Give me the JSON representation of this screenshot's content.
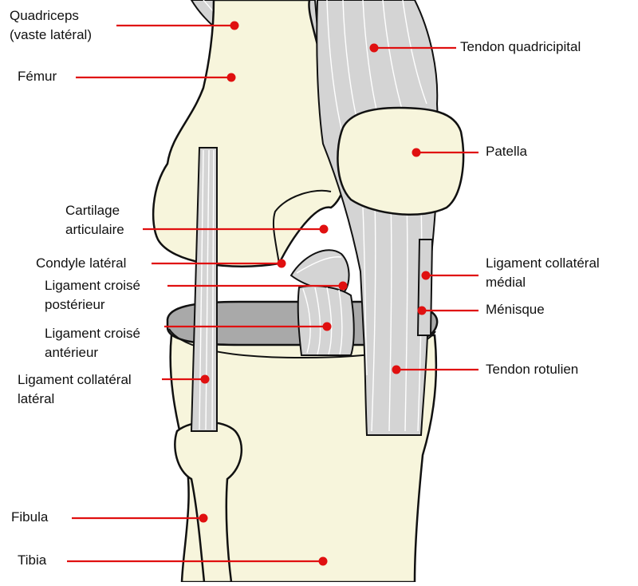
{
  "colors": {
    "bone": "#f7f5dc",
    "tissue": "#d4d4d4",
    "tissue_dark": "#b9b9b9",
    "meniscus": "#a9a9a9",
    "fiber": "#ffffff",
    "outline": "#111111",
    "leader": "#e01010"
  },
  "labels": {
    "quadriceps": [
      "Quadriceps",
      "(vaste latéral)"
    ],
    "femur": [
      "Fémur"
    ],
    "cartilage": [
      "Cartilage",
      "articulaire"
    ],
    "condyle": [
      "Condyle latéral"
    ],
    "pcl": [
      "Ligament croisé",
      "postérieur"
    ],
    "acl": [
      "Ligament croisé",
      "antérieur"
    ],
    "lcl": [
      "Ligament collatéral",
      "latéral"
    ],
    "fibula": [
      "Fibula"
    ],
    "tibia": [
      "Tibia"
    ],
    "quad_tendon": [
      "Tendon quadricipital"
    ],
    "patella": [
      "Patella"
    ],
    "mcl": [
      "Ligament collatéral",
      "médial"
    ],
    "meniscus": [
      "Ménisque"
    ],
    "patellar_tendon": [
      "Tendon rotulien"
    ]
  }
}
